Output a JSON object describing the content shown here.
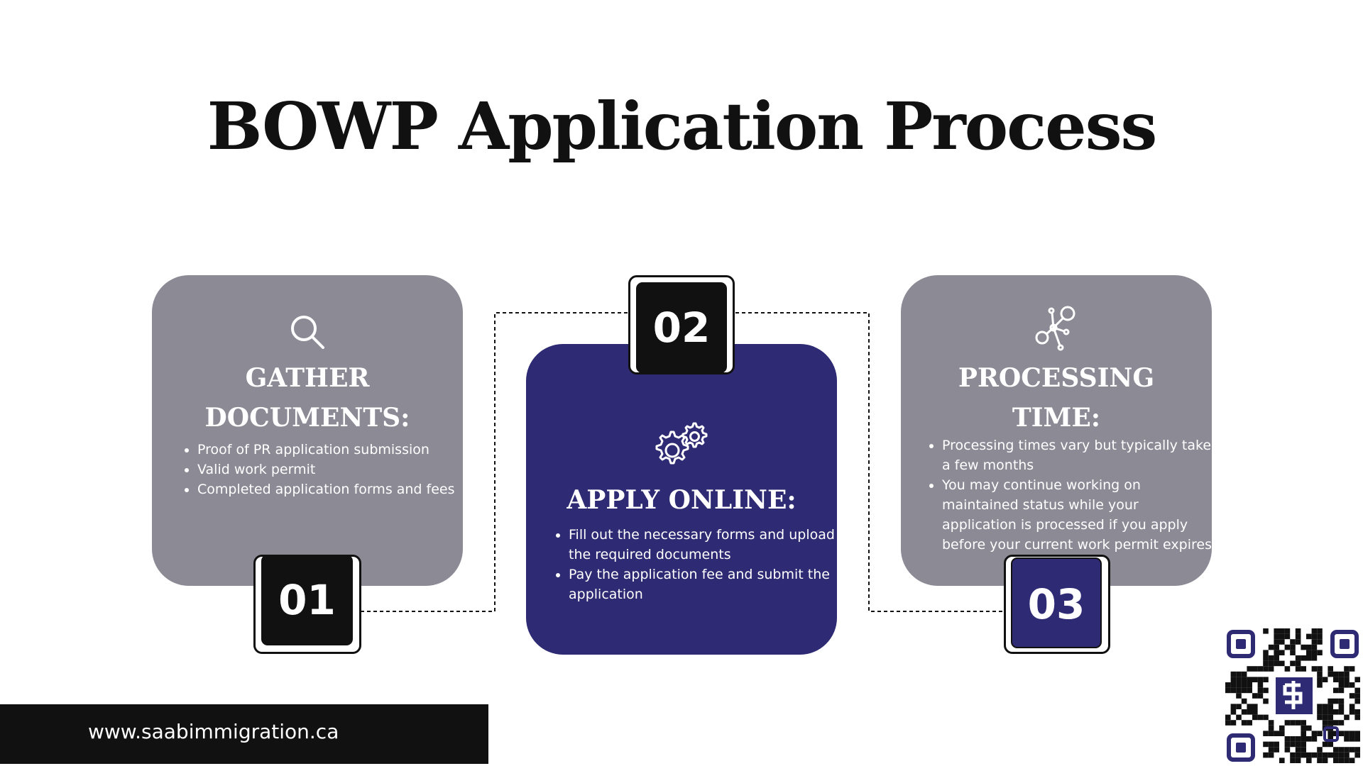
{
  "title": "BOWP Application Process",
  "colors": {
    "card_gray": "#8b8a95",
    "card_navy": "#2e2a73",
    "badge_black": "#111111",
    "footer": "#111111"
  },
  "steps": [
    {
      "number": "01",
      "icon": "magnifier-icon",
      "title_line1": "GATHER",
      "title_line2": "DOCUMENTS:",
      "items": [
        "Proof of PR application submission",
        "Valid work permit",
        "Completed application forms and fees"
      ]
    },
    {
      "number": "02",
      "icon": "gears-icon",
      "title_line1": "APPLY ONLINE:",
      "items": [
        "Fill out the necessary forms and upload the required documents",
        "Pay the application fee and submit the application"
      ]
    },
    {
      "number": "03",
      "icon": "network-icon",
      "title_line1": "PROCESSING",
      "title_line2": "TIME:",
      "items": [
        "Processing times vary but typically take a few months",
        "You may continue working on maintained status while your application is processed if you apply before your current work permit expires"
      ]
    }
  ],
  "footer": {
    "website": "www.saabimmigration.ca"
  },
  "qr": {
    "icon": "qr-code-icon",
    "center_logo": "sa-logo-icon"
  }
}
